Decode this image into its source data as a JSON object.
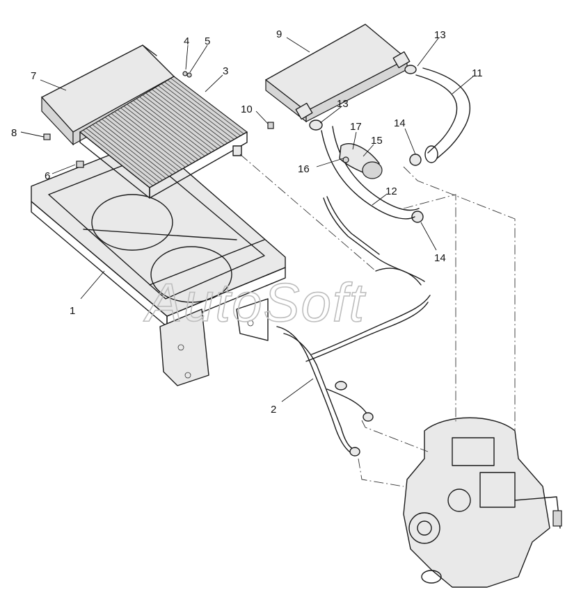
{
  "watermark": "AutoSoft",
  "callouts": [
    {
      "id": "c1",
      "text": "1"
    },
    {
      "id": "c2",
      "text": "2"
    },
    {
      "id": "c3",
      "text": "3"
    },
    {
      "id": "c4",
      "text": "4"
    },
    {
      "id": "c5",
      "text": "5"
    },
    {
      "id": "c6",
      "text": "6"
    },
    {
      "id": "c7",
      "text": "7"
    },
    {
      "id": "c8",
      "text": "8"
    },
    {
      "id": "c9",
      "text": "9"
    },
    {
      "id": "c10",
      "text": "10"
    },
    {
      "id": "c11",
      "text": "11"
    },
    {
      "id": "c12",
      "text": "12"
    },
    {
      "id": "c13a",
      "text": "13"
    },
    {
      "id": "c13b",
      "text": "13"
    },
    {
      "id": "c14a",
      "text": "14"
    },
    {
      "id": "c14b",
      "text": "14"
    },
    {
      "id": "c15",
      "text": "15"
    },
    {
      "id": "c16",
      "text": "16"
    },
    {
      "id": "c17",
      "text": "17"
    }
  ]
}
